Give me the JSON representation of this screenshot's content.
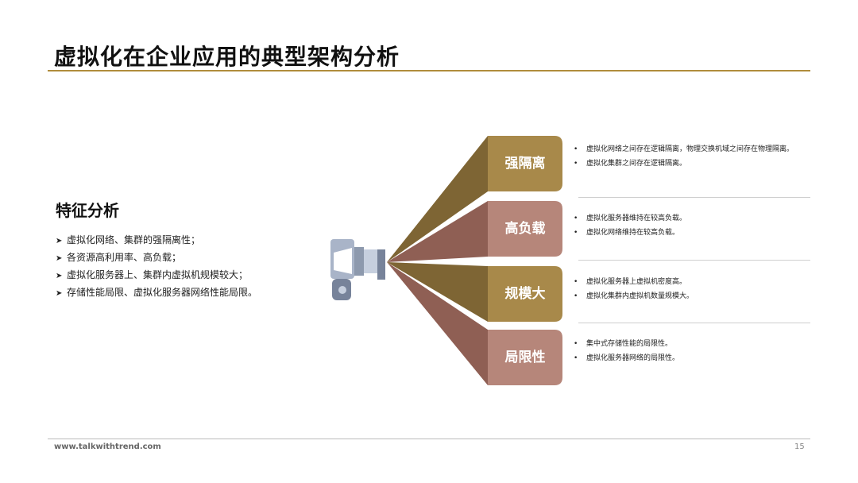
{
  "title": "虚拟化在企业应用的典型架构分析",
  "features": {
    "title": "特征分析",
    "items": [
      "虚拟化网络、集群的强隔离性；",
      "各资源高利用率、高负载；",
      "虚拟化服务器上、集群内虚拟机规模较大；",
      "存储性能局限、虚拟化服务器网络性能局限。"
    ]
  },
  "categories": [
    {
      "label": "强隔离",
      "color": "#a8894a",
      "points": [
        "虚拟化网络之间存在逻辑隔离，物理交换机域之间存在物理隔离。",
        "虚拟化集群之间存在逻辑隔离。"
      ]
    },
    {
      "label": "高负载",
      "color": "#b6867a",
      "points": [
        "虚拟化服务器维持在较高负载。",
        "虚拟化网络维持在较高负载。"
      ]
    },
    {
      "label": "规模大",
      "color": "#a8894a",
      "points": [
        "虚拟化服务器上虚拟机密度高。",
        "虚拟化集群内虚拟机数量规模大。"
      ]
    },
    {
      "label": "局限性",
      "color": "#b6867a",
      "points": [
        "集中式存储性能的局限性。",
        "虚拟化服务器网络的局限性。"
      ]
    }
  ],
  "footer": {
    "url": "www.talkwithtrend.com",
    "page": "15"
  }
}
